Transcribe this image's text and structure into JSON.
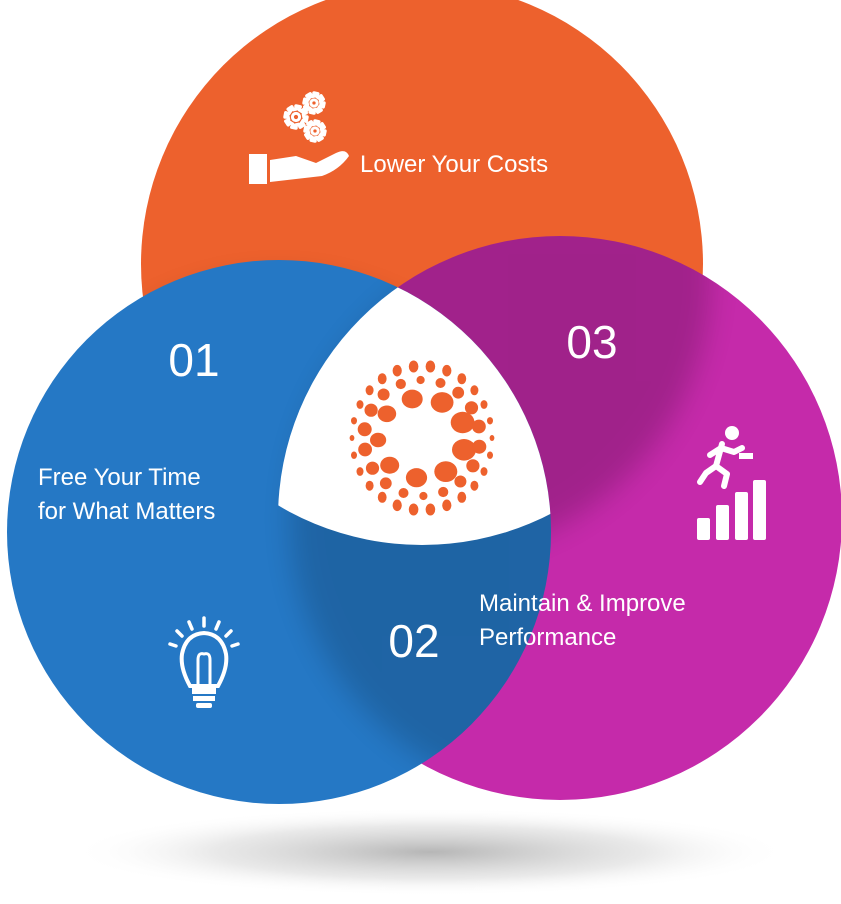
{
  "colors": {
    "blue": "#2578c5",
    "magenta": "#c52aaa",
    "orange": "#ed612d",
    "center": "#ffffff",
    "text": "#ffffff",
    "dots": "#ed612d"
  },
  "circles": [
    {
      "id": "blue",
      "number": "01",
      "label_lines": [
        "Free Your Time",
        "for What Matters"
      ],
      "icon": "lightbulb-icon"
    },
    {
      "id": "magenta",
      "number": "02",
      "label_lines": [
        "Maintain & Improve",
        "Performance"
      ],
      "icon": "performance-growth-icon"
    },
    {
      "id": "orange",
      "number": "03",
      "label_lines": [
        "Lower Your Costs"
      ],
      "icon": "hand-gears-icon"
    }
  ],
  "center_icon": "dotted-sphere-logo-icon"
}
